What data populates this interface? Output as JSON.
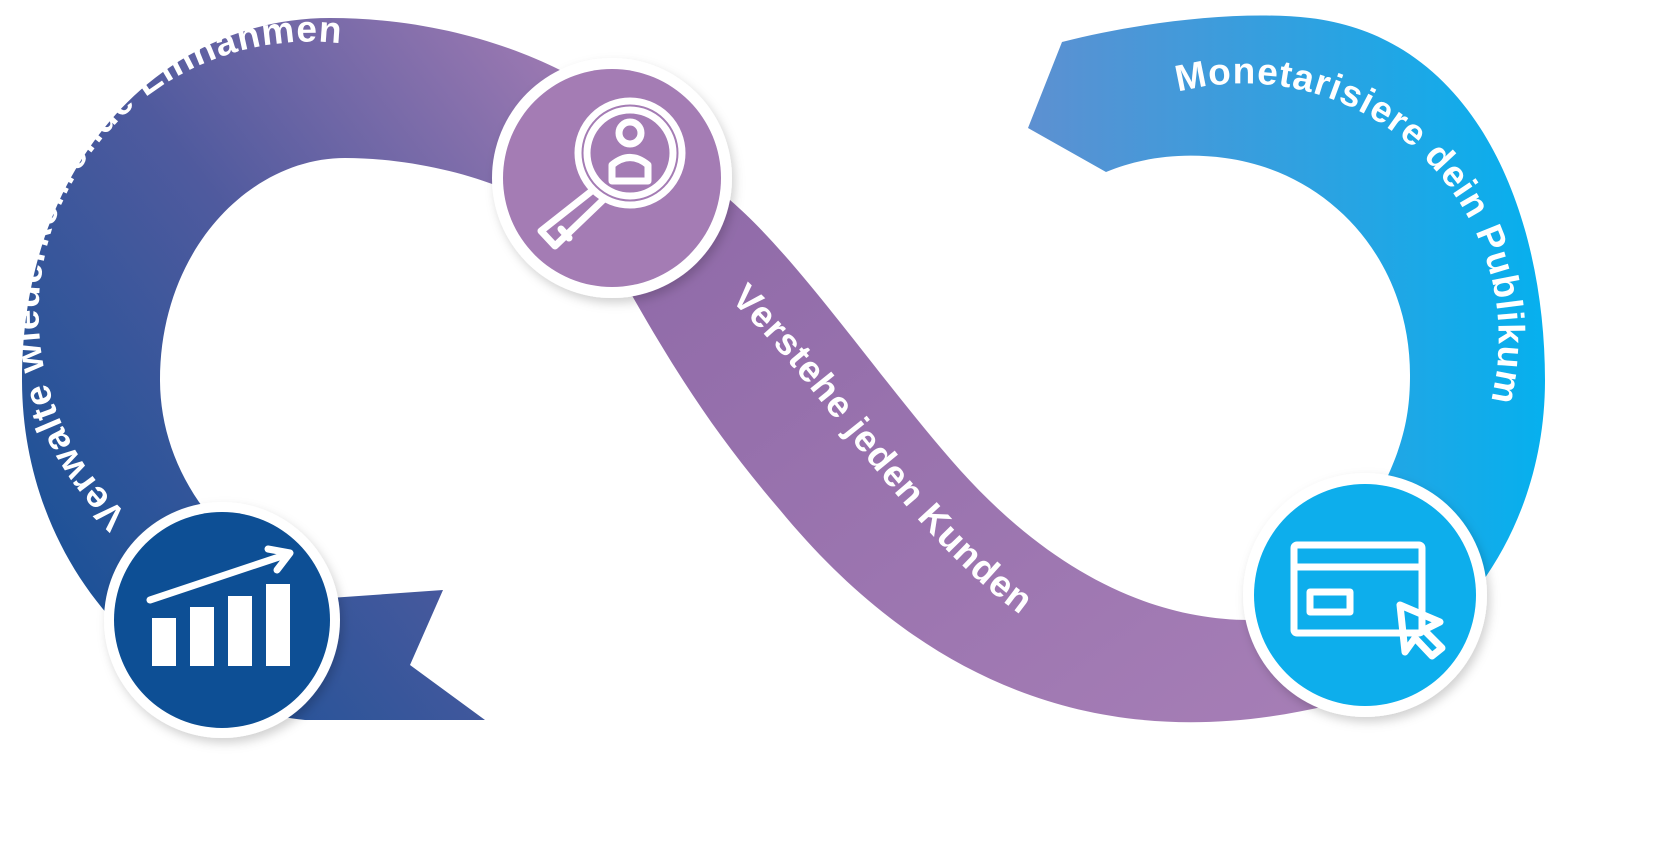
{
  "segments": [
    {
      "id": "revenue",
      "label": "Verwalte wiederkehrende Einnahmen",
      "color_start": "#0b4f95",
      "color_end": "#9f78b1"
    },
    {
      "id": "customer",
      "label": "Versteh​e jeden Kunden",
      "color_start": "#8b6aa8",
      "color_end": "#a97fb5"
    },
    {
      "id": "monetize",
      "label": "Monetarisiere dein Publikum",
      "color_start": "#5b92d4",
      "color_end": "#09aeec"
    }
  ],
  "icons": {
    "revenue": "bar-chart-growth-icon",
    "customer": "magnifier-person-icon",
    "monetize": "browser-window-cursor-icon"
  },
  "colors": {
    "dark_blue": "#0b4f95",
    "purple": "#a47cb4",
    "light_blue": "#09aeec"
  }
}
